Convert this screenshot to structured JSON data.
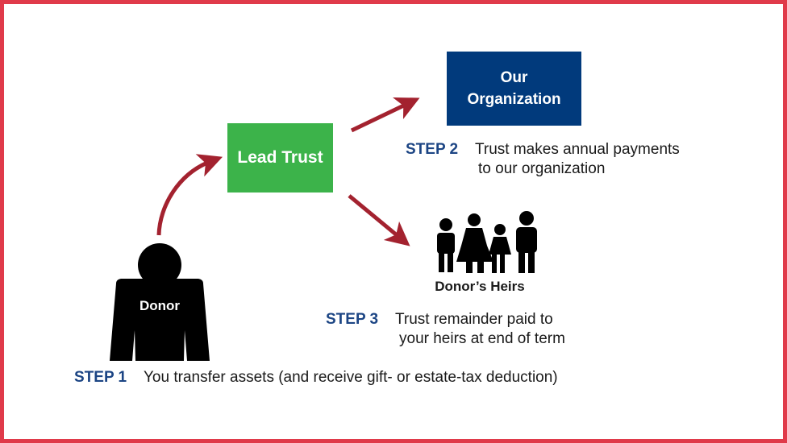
{
  "colors": {
    "frame": "#e03a4a",
    "organization_box": "#013a7c",
    "trust_box": "#3cb34a",
    "arrow": "#a3222f",
    "step_label": "#1c4584",
    "silhouette": "#000000"
  },
  "organization": {
    "line1": "Our",
    "line2": "Organization"
  },
  "trust": {
    "label": "Lead Trust"
  },
  "donor": {
    "label": "Donor",
    "icon": "person-silhouette-icon"
  },
  "heirs": {
    "label": "Donor’s Heirs",
    "icon": "family-icon"
  },
  "step1": {
    "label": "STEP 1",
    "text": "You transfer assets (and receive gift- or estate-tax deduction)"
  },
  "step2": {
    "label": "STEP 2",
    "line1": "Trust makes annual payments",
    "line2": "to our organization"
  },
  "step3": {
    "label": "STEP 3",
    "line1": "Trust remainder paid to",
    "line2": "your heirs at end of term"
  }
}
